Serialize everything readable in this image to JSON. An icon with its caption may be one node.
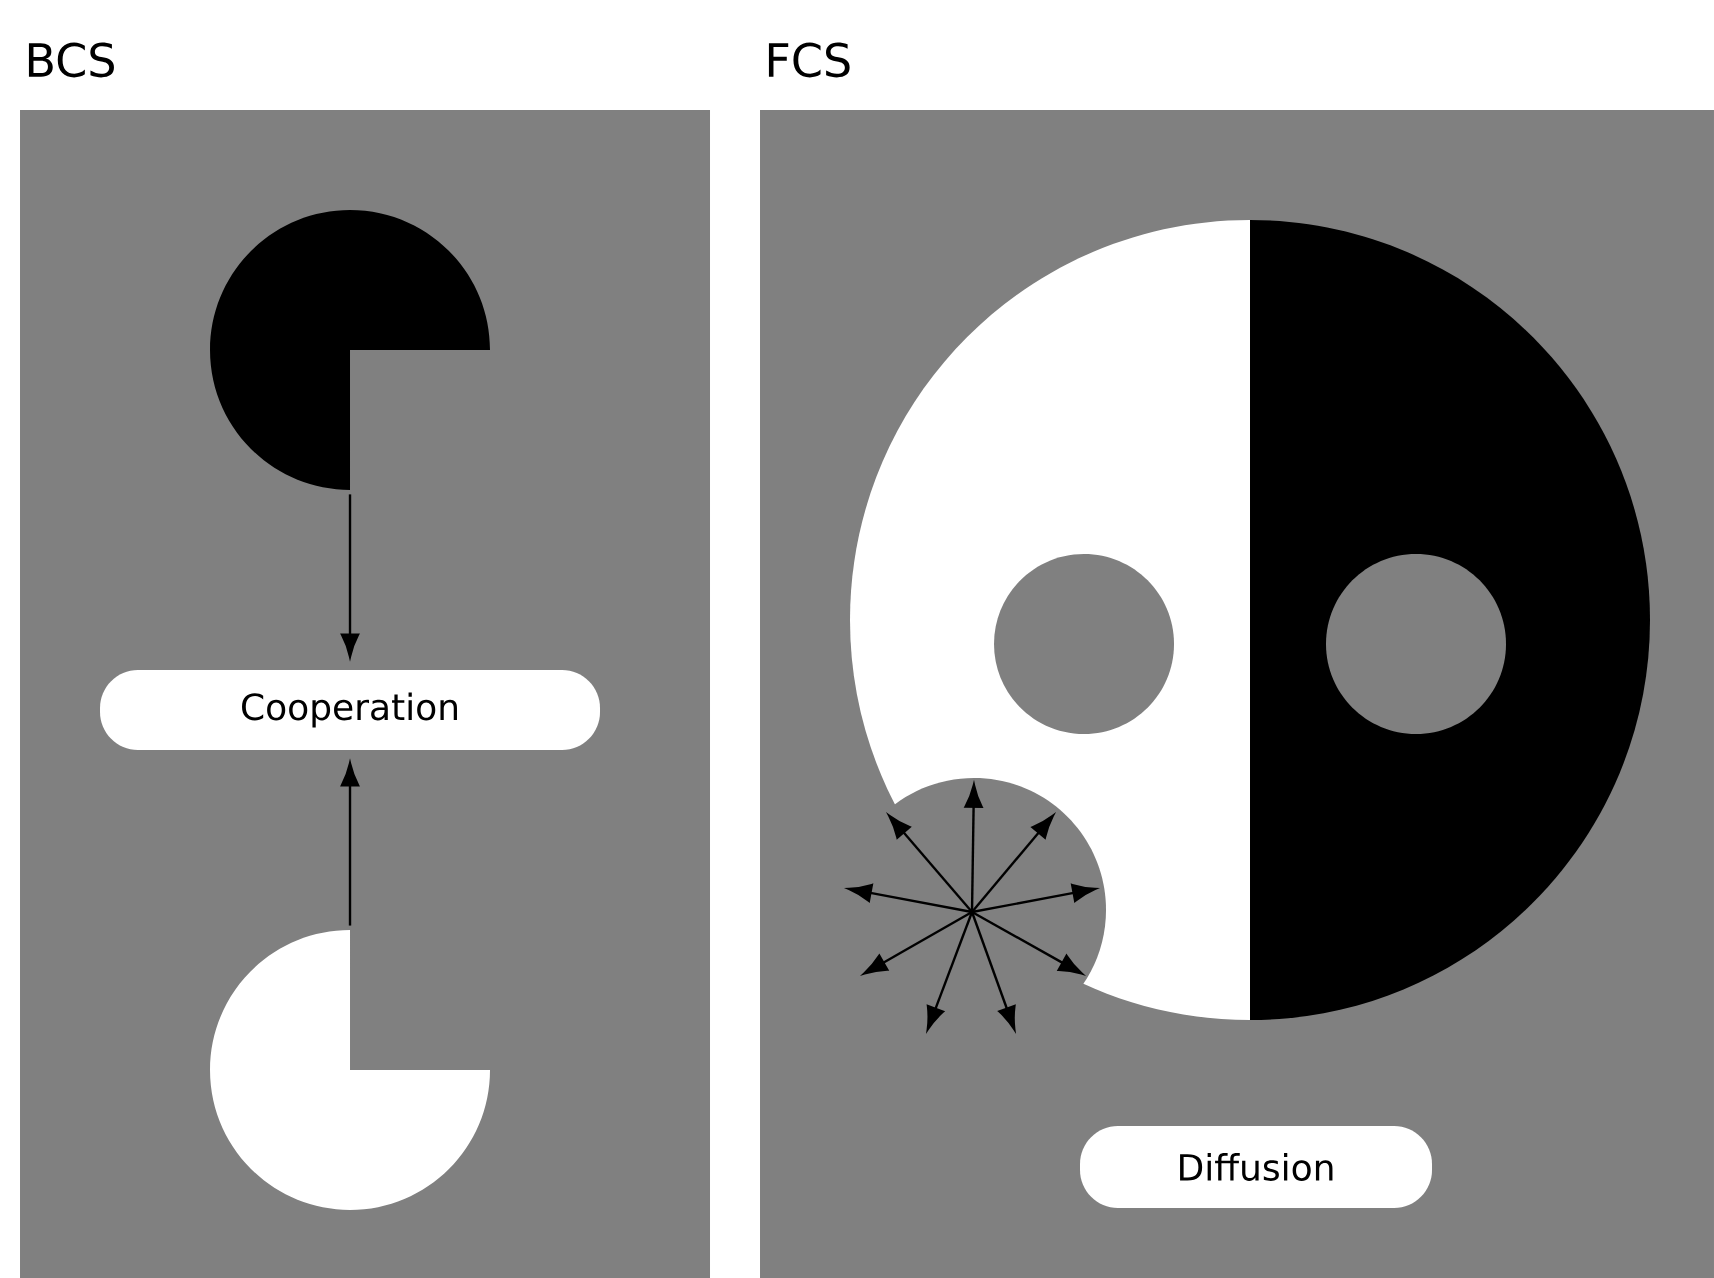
{
  "diagram": {
    "nodes": [
      {
        "text": [
          "BCS"
        ]
      },
      {
        "text": [],
        "shape": "circle",
        "in": 0
      },
      {
        "text": [
          "Cooperation"
        ],
        "in": 0
      },
      {
        "text": [],
        "shape": "circle",
        "in": 0
      },
      {
        "text": [
          "FCS"
        ]
      },
      {
        "text": [
          "Diffusion"
        ],
        "in": 4
      }
    ],
    "edges": [
      {
        "from": 1,
        "to": 2,
        "arrow": "to"
      },
      {
        "from": 3,
        "to": 2,
        "arrow": "to"
      }
    ]
  }
}
